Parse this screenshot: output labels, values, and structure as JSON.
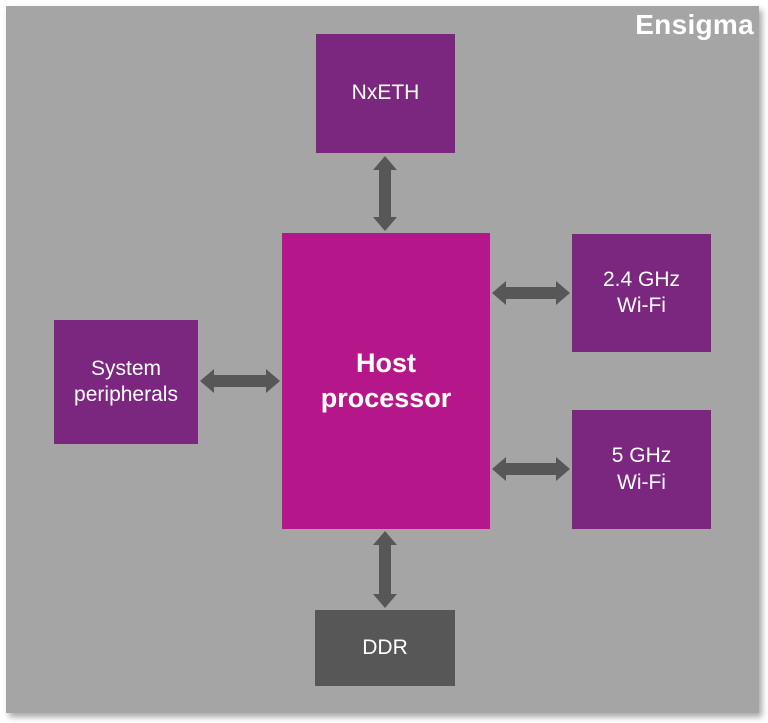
{
  "brand": {
    "logo_text": "Ensigma"
  },
  "colors": {
    "background": "#a5a5a5",
    "peripheral_block": "#7b267f",
    "host_block": "#b5178a",
    "memory_block": "#575757",
    "arrow": "#575757"
  },
  "blocks": {
    "nxeth": {
      "label": "NxETH"
    },
    "host": {
      "label": "Host\nprocessor"
    },
    "wifi24": {
      "label": "2.4 GHz\nWi-Fi"
    },
    "wifi5": {
      "label": "5 GHz\nWi-Fi"
    },
    "peripherals": {
      "label": "System\nperipherals"
    },
    "ddr": {
      "label": "DDR"
    }
  },
  "connections": [
    {
      "from": "host",
      "to": "nxeth",
      "type": "bidirectional"
    },
    {
      "from": "host",
      "to": "wifi24",
      "type": "bidirectional"
    },
    {
      "from": "host",
      "to": "wifi5",
      "type": "bidirectional"
    },
    {
      "from": "host",
      "to": "peripherals",
      "type": "bidirectional"
    },
    {
      "from": "host",
      "to": "ddr",
      "type": "bidirectional"
    }
  ]
}
